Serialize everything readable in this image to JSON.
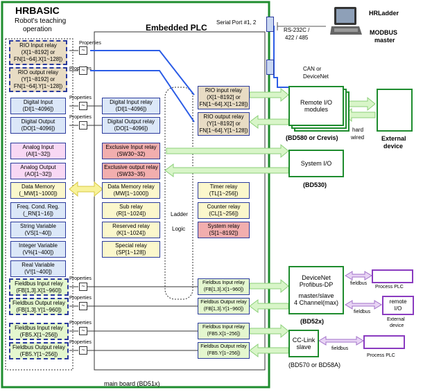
{
  "hrbasic": {
    "title": "HRBASIC",
    "subtitle1": "Robot's teaching",
    "subtitle2": "operation"
  },
  "plc_title": "Embedded PLC",
  "main_board": "main board (BD51x)",
  "properties": "Properties",
  "ladder": {
    "l1": "Ladder",
    "l2": "Logic"
  },
  "serial": {
    "label": "Serial Port #1, 2",
    "rs1": "RS-232C /",
    "rs2": "422 / 485"
  },
  "hrladder": {
    "name": "HRLadder",
    "m1": "MODBUS",
    "m2": "master"
  },
  "can": {
    "l1": "CAN or",
    "l2": "DeviceNet"
  },
  "remote_io": {
    "l1": "Remote I/O",
    "l2": "modules",
    "caption": "(BD580 or Crevis)",
    "hw1": "hard",
    "hw2": "wired"
  },
  "external": {
    "l1": "External",
    "l2": "device"
  },
  "system_io": {
    "label": "System I/O",
    "caption": "(BD530)"
  },
  "devicenet": {
    "l1": "DeviceNet",
    "l2": "Profibus-DP",
    "l3": "master/slave",
    "l4": "4 Channel(max)",
    "caption": "(BD52x)"
  },
  "fieldbus_label": "fieldbus",
  "process_plc": "Process PLC",
  "remote_io2": {
    "l1": "remote",
    "l2": "I/O",
    "ext1": "External",
    "ext2": "device"
  },
  "cclink": {
    "l1": "CC-Link",
    "l2": "slave",
    "caption": "(BD570 or BD58A)"
  },
  "left_items": [
    {
      "l1": "RIO Input relay",
      "l2": "(X[1~8192] or",
      "l3": "FN[1~64].X[1~128])"
    },
    {
      "l1": "RIO output relay",
      "l2": "(Y[1~8192] or",
      "l3": "FN[1~64].Y[1~128])"
    },
    {
      "l1": "Digital Input",
      "l2": "(DI[1~4096])"
    },
    {
      "l1": "Digital Output",
      "l2": "(DO[1~4096])"
    },
    {
      "l1": "Analog Input",
      "l2": "(AI[1~32])"
    },
    {
      "l1": "Analog Output",
      "l2": "(AO[1~32])"
    },
    {
      "l1": "Data Memory",
      "l2": "(_MW[1~1000])"
    },
    {
      "l1": "Freq. Cond. Reg.",
      "l2": "(_RN[1~16])"
    },
    {
      "l1": "String Variable",
      "l2": "(VS[1~40])"
    },
    {
      "l1": "Integer Variable",
      "l2": "(V%[1~400])"
    },
    {
      "l1": "Real Variable",
      "l2": "(V![1~400])"
    },
    {
      "l1": "Fieldbus Input relay",
      "l2": "(FB[1,3].X[1~960])"
    },
    {
      "l1": "Fieldbus Output relay",
      "l2": "(FB[1,3].Y[1~960])"
    },
    {
      "l1": "Fieldbus Input relay",
      "l2": "(FB5.X[1~256])"
    },
    {
      "l1": "Fieldbus Output relay",
      "l2": "(FB5.Y[1~256])"
    }
  ],
  "mid_items": [
    {
      "l1": "Digital Input relay",
      "l2": "(DI[1~4096])"
    },
    {
      "l1": "Digital Output relay",
      "l2": "(DO[1~4096])"
    },
    {
      "l1": "Exclusive Input relay",
      "l2": "(SW30~32)"
    },
    {
      "l1": "Exclusive output relay",
      "l2": "(SW33~35)"
    },
    {
      "l1": "Data Memory relay",
      "l2": "(MW[1~1000])"
    },
    {
      "l1": "Sub relay",
      "l2": "(R[1~1024])"
    },
    {
      "l1": "Reserved relay",
      "l2": "(K[1~1024])"
    },
    {
      "l1": "Special relay",
      "l2": "(SP[1~128])"
    }
  ],
  "right_items": [
    {
      "l1": "RIO input relay",
      "l2": "(X[1~8192] or",
      "l3": "FN[1~64].X[1~128])"
    },
    {
      "l1": "RIO output relay",
      "l2": "(Y[1~8192] or",
      "l3": "FN[1~64].Y[1~128])"
    },
    {
      "l1": "Timer relay",
      "l2": "(TL[1~256])"
    },
    {
      "l1": "Counter relay",
      "l2": "(CL[1~256])"
    },
    {
      "l1": "System relay",
      "l2": "(S[1~8192])"
    },
    {
      "l1": "Fieldbus Input relay",
      "l2": "(FB[1,3].X[1~960])"
    },
    {
      "l1": "Fieldbus Output relay",
      "l2": "(FB[1,3].Y[1~960])"
    },
    {
      "l1": "Fieldbus Input relay",
      "l2": "(FB5.X[1~256])"
    },
    {
      "l1": "Fieldbus Output relay",
      "l2": "(FB5.Y[1~256])"
    }
  ]
}
